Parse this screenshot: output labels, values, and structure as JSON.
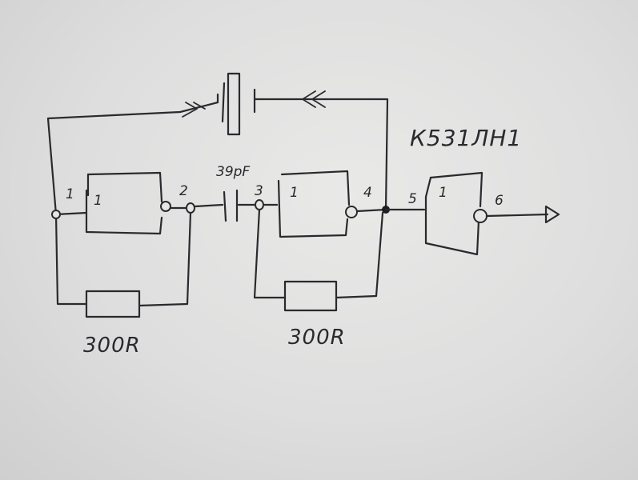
{
  "chip_label": "К531ЛН1",
  "capacitor_label": "39pF",
  "resistors": [
    {
      "label": "300R"
    },
    {
      "label": "300R"
    }
  ],
  "gates": [
    {
      "symbol": "1"
    },
    {
      "symbol": "1"
    },
    {
      "symbol": "1"
    }
  ],
  "pins": [
    "1",
    "2",
    "3",
    "4",
    "5",
    "6"
  ],
  "colors": {
    "ink": "#2a2a2e",
    "paper": "#e0e0df"
  }
}
